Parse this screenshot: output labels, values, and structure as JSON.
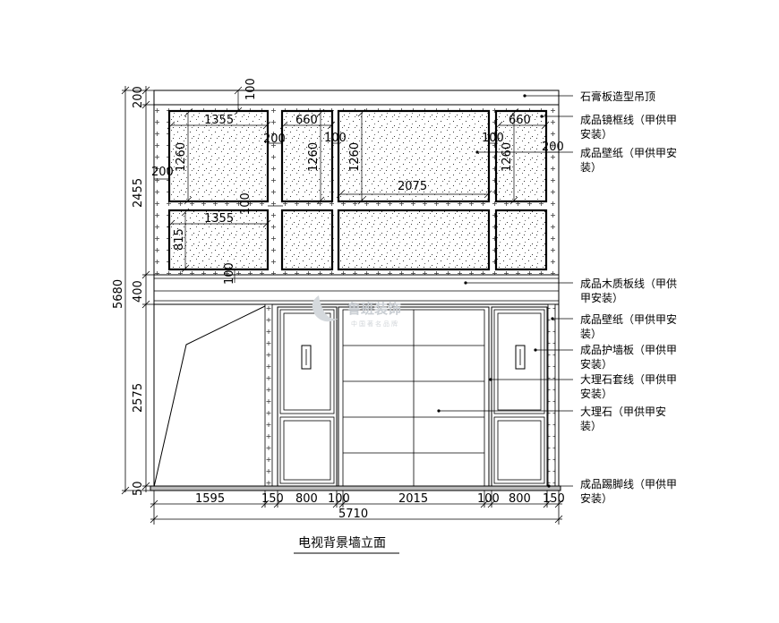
{
  "title": "电视背景墙立面",
  "watermark": {
    "name": "鲁班装饰",
    "sub": "中国著名品牌"
  },
  "dims": {
    "top_h_1355": "1355",
    "top_h_660a": "660",
    "top_h_660b": "660",
    "top_h_2075": "2075",
    "top_h_1355b": "1355",
    "top_v_100": "100",
    "v_1260a": "1260",
    "v_1260b": "1260",
    "v_1260c": "1260",
    "v_1260d": "1260",
    "v_815": "815",
    "gap_200a": "200",
    "gap_200b": "200",
    "gap_200c": "200",
    "gap_100a": "100",
    "gap_100b": "100",
    "gap_100c": "100",
    "gap_100d": "100",
    "left_200": "200",
    "left_2455": "2455",
    "left_400": "400",
    "left_2575": "2575",
    "left_50": "50",
    "left_5680": "5680",
    "bot_1595": "1595",
    "bot_150a": "150",
    "bot_800a": "800",
    "bot_100a": "100",
    "bot_2015": "2015",
    "bot_100b": "100",
    "bot_800b": "800",
    "bot_150b": "150",
    "bot_5710": "5710"
  },
  "notes": [
    {
      "lines": [
        "石膏板造型吊顶"
      ]
    },
    {
      "lines": [
        "成品镜框线（甲供甲",
        "安装）"
      ]
    },
    {
      "lines": [
        "成品壁纸（甲供甲安",
        "装）"
      ]
    },
    {
      "lines": [
        "成品木质板线（甲供",
        "甲安装）"
      ]
    },
    {
      "lines": [
        "成品壁纸（甲供甲安",
        "装）"
      ]
    },
    {
      "lines": [
        "成品护墙板（甲供甲",
        "安装）"
      ]
    },
    {
      "lines": [
        "大理石套线（甲供甲",
        "安装）"
      ]
    },
    {
      "lines": [
        "大理石（甲供甲安",
        "装）"
      ]
    },
    {
      "lines": [
        "成品踢脚线（甲供甲",
        "安装）"
      ]
    }
  ]
}
